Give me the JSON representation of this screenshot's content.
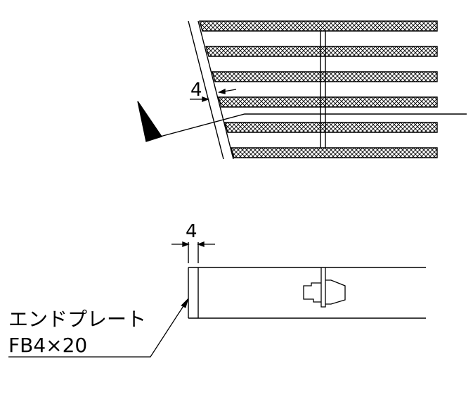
{
  "top_view": {
    "dimension": "4"
  },
  "bottom_view": {
    "dimension": "4",
    "callout": {
      "name": "エンドプレート",
      "spec": "FB4×20"
    }
  },
  "colors": {
    "line": "#000000",
    "background": "#ffffff"
  }
}
